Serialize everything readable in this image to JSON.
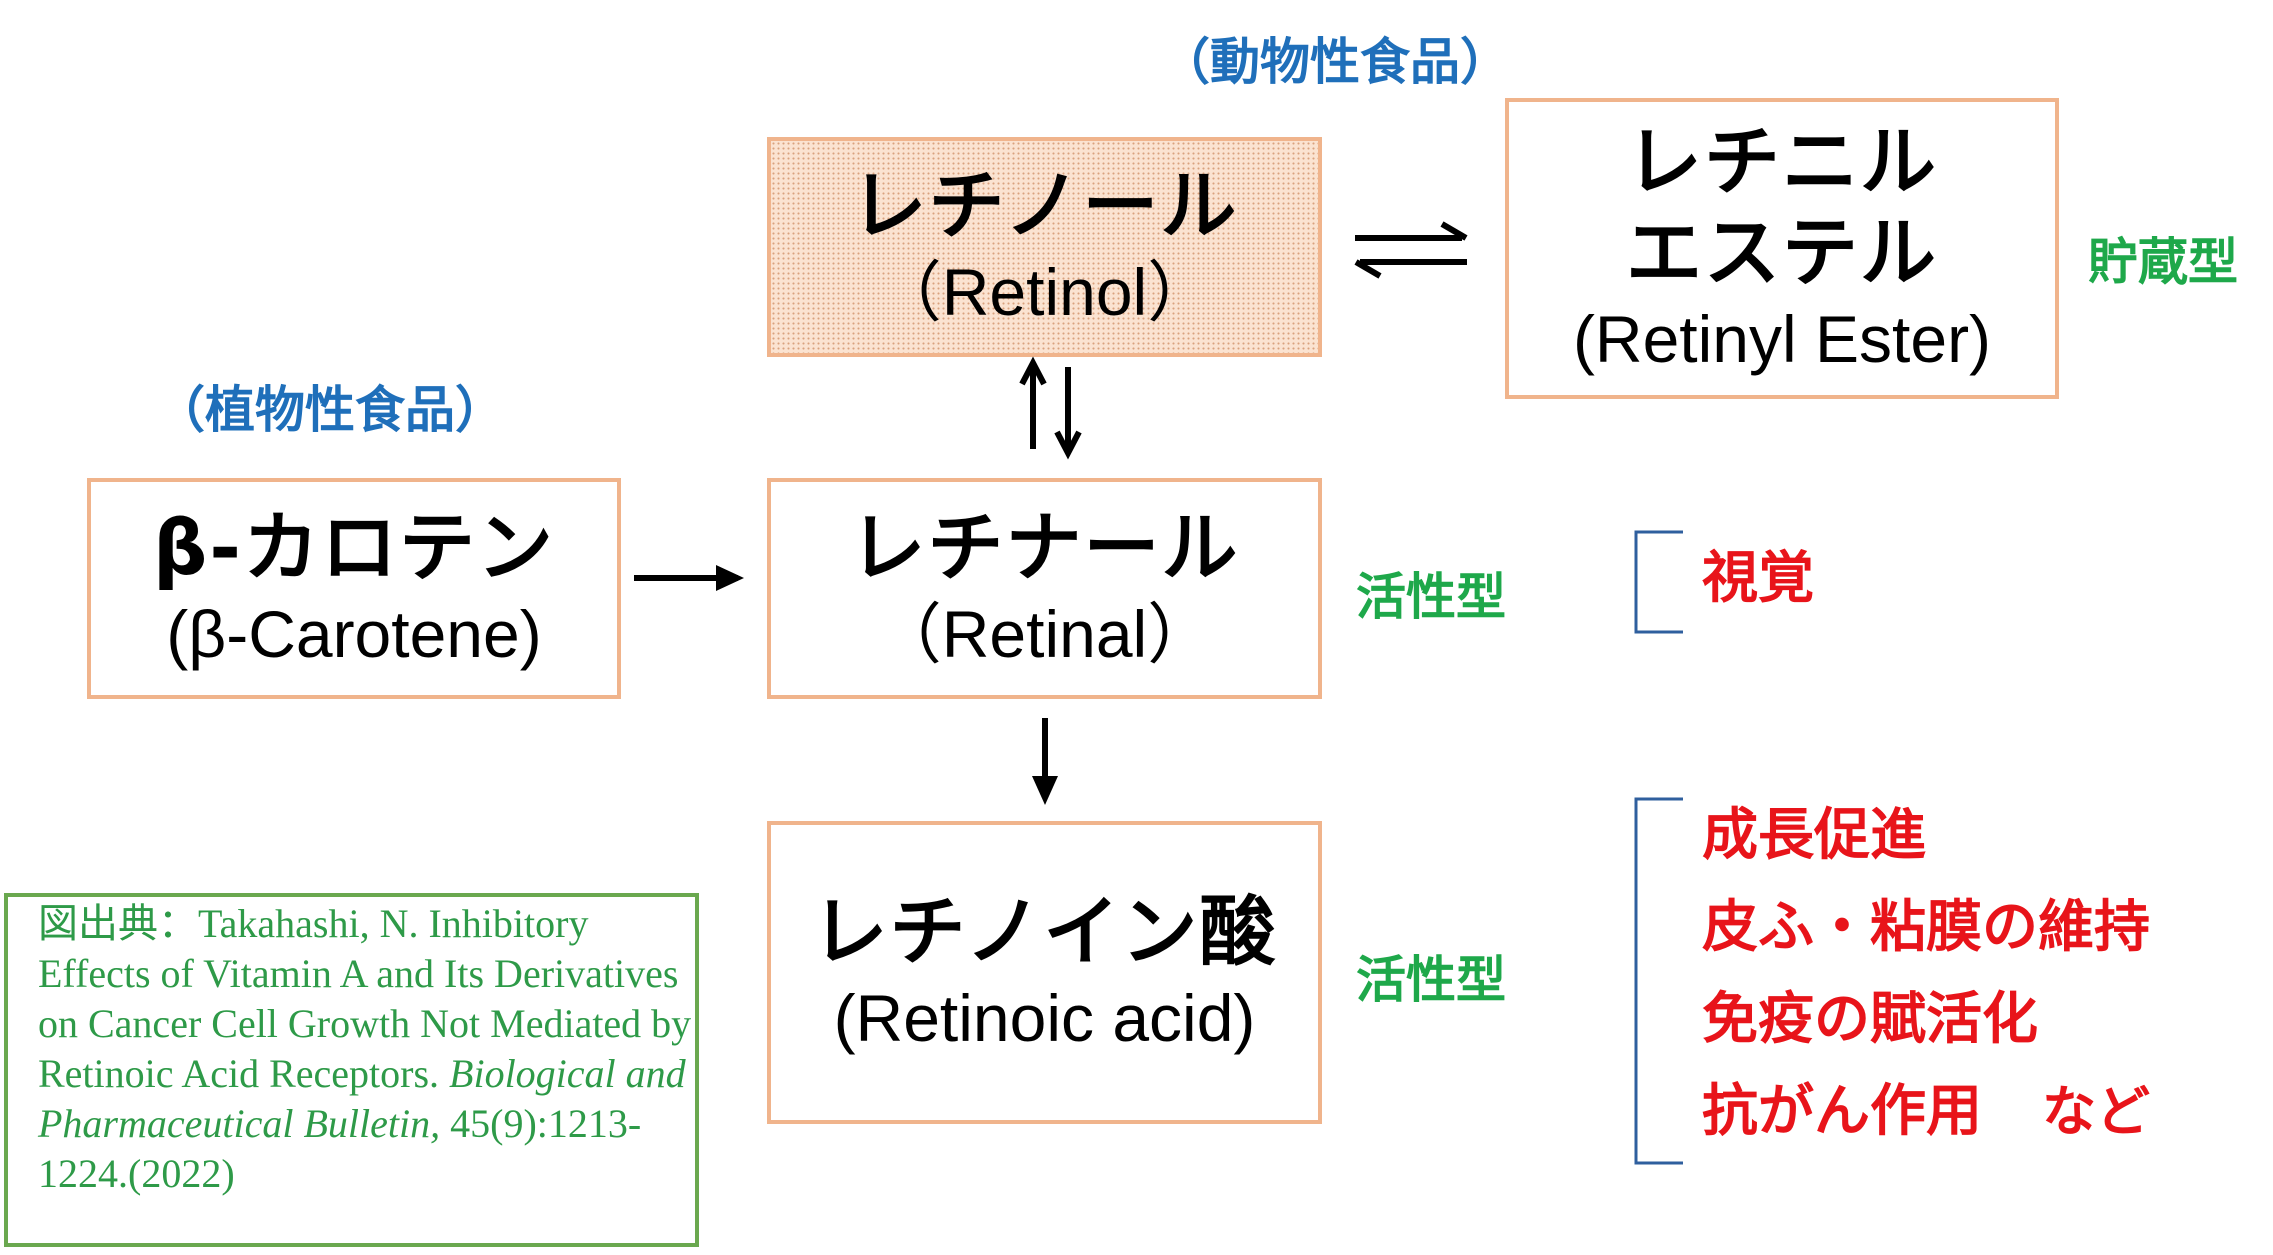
{
  "sources": {
    "animal": "（動物性食品）",
    "plant": "（植物性食品）"
  },
  "nodes": {
    "retinol": {
      "jp": "レチノール",
      "en": "（Retinol）"
    },
    "retinyl_ester": {
      "jp_line1": "レチニル",
      "jp_line2": "エステル",
      "en": "(Retinyl Ester)"
    },
    "beta_carotene": {
      "jp": "β-カロテン",
      "en": "(β-Carotene)"
    },
    "retinal": {
      "jp": "レチナール",
      "en": "（Retinal）"
    },
    "retinoic_acid": {
      "jp": "レチノイン酸",
      "en": "(Retinoic acid)"
    }
  },
  "types": {
    "storage": "貯蔵型",
    "active_retinal": "活性型",
    "active_retinoic": "活性型"
  },
  "effects": {
    "retinal": [
      "視覚"
    ],
    "retinoic_acid": [
      "成長促進",
      "皮ふ・粘膜の維持",
      "免疫の賦活化",
      "抗がん作用"
    ],
    "retinoic_suffix": "など"
  },
  "citation": {
    "prefix": "図出典：Takahashi, N. Inhibitory Effects of Vitamin A and Its Derivatives on Cancer Cell Growth Not Mediated by Retinoic Acid Receptors. ",
    "journal": "Biological and Pharmaceutical Bulletin,",
    "suffix": " 45(9):1213-1224.(2022)"
  },
  "colors": {
    "box_border": "#f0b48c",
    "source_text": "#1f6fba",
    "type_text": "#1ea84a",
    "effect_text": "#e8141a",
    "citation": "#2e9a48",
    "bracket": "#2f5f9e"
  }
}
